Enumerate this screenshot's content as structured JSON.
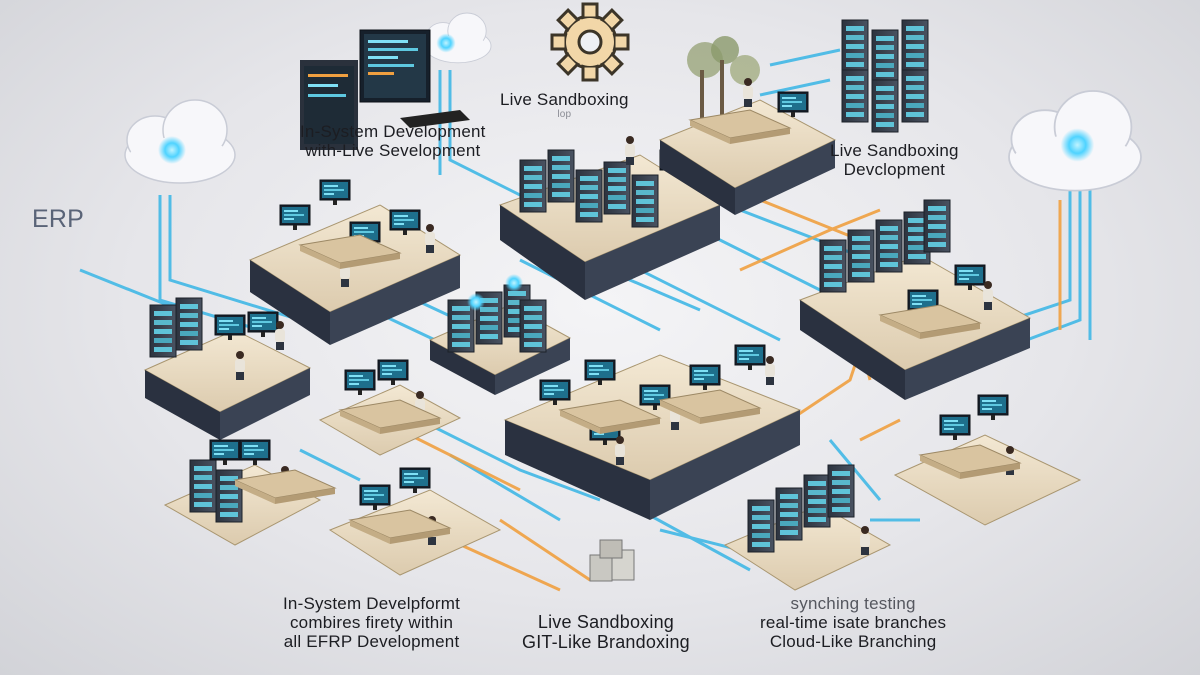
{
  "labels": {
    "erp": "ERP",
    "top_center": {
      "line1": "Live Sandboxing",
      "line2": "lop"
    },
    "top_left": {
      "line1": "In-System Development",
      "line2": "with-Live Sevelopment"
    },
    "right": {
      "line1": "Live Sandboxing",
      "line2": "Devclopment"
    },
    "bottom_left": {
      "line1": "In-System Develpformt",
      "line2": "combires firety within",
      "line3": "all EFRP Development"
    },
    "bottom_middle": {
      "line1": "Live Sandboxing",
      "line2": "GIT-Like Brandoxing"
    },
    "bottom_right": {
      "line1": "synching testing",
      "line2": "real-time isate branches",
      "line3": "Cloud-Like Branching"
    }
  },
  "icons": [
    "gear-icon",
    "cloud-icon",
    "server-rack-icon",
    "monitor-icon",
    "person-icon",
    "desk-icon"
  ],
  "colors": {
    "cable_blue": "#41b8e6",
    "cable_orange": "#f0a040",
    "platform_top": "#ece0c8",
    "platform_side": "#2a3140",
    "server": "#3b4452",
    "screen": "#1e6f8c",
    "gear": "#f2d7a8",
    "cloud_glow": "#4fd3ff"
  }
}
